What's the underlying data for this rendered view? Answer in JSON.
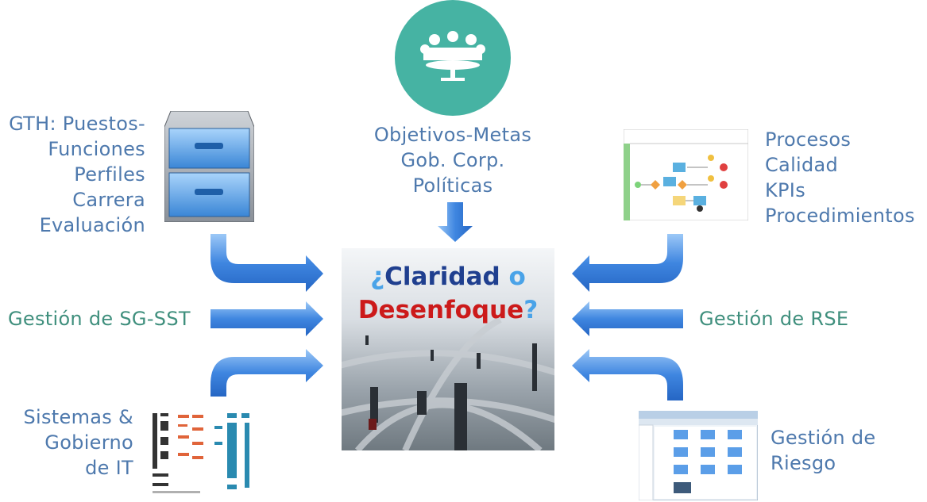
{
  "labels": {
    "gth": [
      "GTH: Puestos-",
      "Funciones",
      "Perfiles",
      "Carrera",
      "Evaluación"
    ],
    "objetivos": [
      "Objetivos-Metas",
      "Gob. Corp.",
      "Políticas"
    ],
    "procesos": [
      "Procesos",
      "Calidad",
      "KPIs",
      "Procedimientos"
    ],
    "sst": "Gestión de SG-SST",
    "rse": "Gestión de RSE",
    "sistemas": [
      "Sistemas &",
      "Gobierno",
      "de IT"
    ],
    "riesgo": [
      "Gestión de",
      "Riesgo"
    ]
  },
  "center": {
    "q_open": "¿",
    "claridad": "Claridad",
    "o": "o",
    "desenfoque": "Desenfoque",
    "q_close": "?"
  },
  "colors": {
    "label_blue": "#4e79ad",
    "label_green": "#3f8f7d",
    "arrow": "#3f86e0",
    "teal_circle": "#46b3a3",
    "claridad": "#1f3f8f",
    "desenfoque": "#cc1a1a",
    "question": "#4aa3e8"
  },
  "icons": {
    "top": "meeting-people-icon",
    "left_top": "filing-cabinet-icon",
    "right_top": "process-diagram-thumbnail",
    "left_bottom": "it-chart-thumbnail",
    "right_bottom": "file-explorer-thumbnail",
    "center": "business-people-on-crossroads-image"
  }
}
